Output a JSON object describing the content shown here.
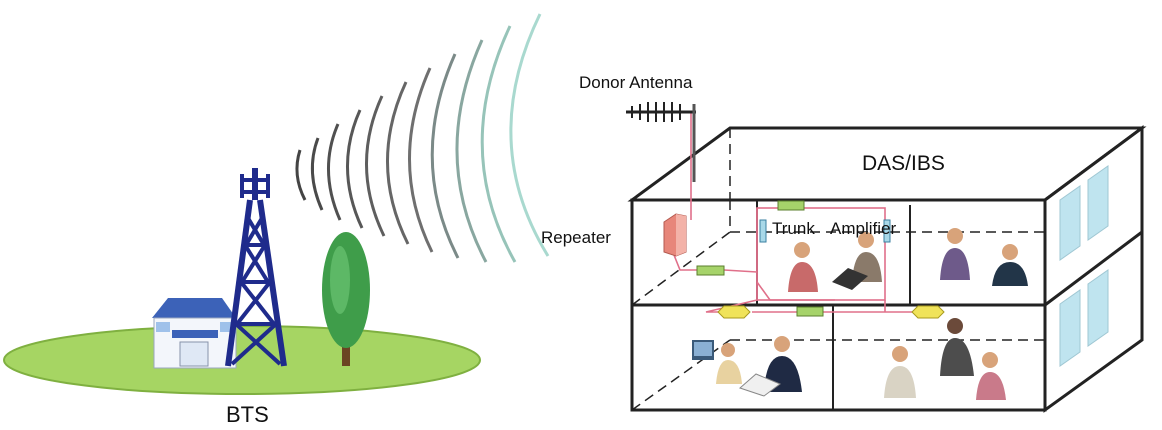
{
  "labels": {
    "bts": "BTS",
    "donor_antenna": "Donor Antenna",
    "repeater": "Repeater",
    "das_ibs": "DAS/IBS",
    "trunk": "Trunk",
    "amplifier": "Amplifier"
  },
  "colors": {
    "ground": "#a6d563",
    "ground_edge": "#7fb040",
    "tower": "#1f2b8c",
    "tree": "#3f9d4a",
    "trunk_wood": "#6b4423",
    "signal_wave": "#4a4a4a",
    "signal_wave_far": "#a9d9cf",
    "building_line": "#222222",
    "cable": "#e0708a",
    "trunk_amp_box": "#a8d8e8",
    "splitter_green": "#a6d36a",
    "coupler_yellow": "#f0e35a",
    "window": "#bfe4ef"
  },
  "icons": [
    "bts-tower-icon",
    "base-station-house-icon",
    "tree-icon",
    "donor-antenna-icon",
    "repeater-icon",
    "office-worker-icon"
  ]
}
